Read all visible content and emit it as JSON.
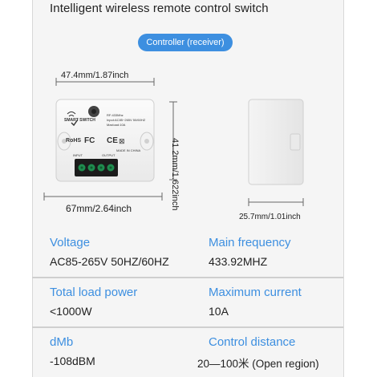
{
  "header": {
    "title": "Intelligent wireless remote control switch"
  },
  "badge": {
    "label": "Controller (receiver)"
  },
  "dimensions": {
    "top_width": "47.4mm/1.87inch",
    "height": "41.2mm/1.622inch",
    "bottom_width": "67mm/2.64inch",
    "depth": "25.7mm/1.01inch"
  },
  "device_labels": {
    "brand": "SMART SWITCH",
    "rf": "RF:433Mhz",
    "input": "Input:AC85~265V 50/60HZ",
    "load": "Maxload:10A",
    "rohs": "RoHS",
    "fc": "FC",
    "ce": "CE",
    "made": "MADE IN CHINA",
    "input_port": "INPUT",
    "output_port": "OUTPUT"
  },
  "specs": [
    {
      "label": "Voltage",
      "value": "AC85-265V 50HZ/60HZ"
    },
    {
      "label": "Main frequency",
      "value": "433.92MHZ"
    },
    {
      "label": "Total load power",
      "value": "<1000W"
    },
    {
      "label": "Maximum current",
      "value": "10A"
    },
    {
      "label": "dMb",
      "value": "-108dBM"
    },
    {
      "label": "Control distance",
      "value": "20—100米 (Open region)"
    }
  ],
  "colors": {
    "accent": "#3d8fe0",
    "terminal": "#1f8c4e"
  }
}
